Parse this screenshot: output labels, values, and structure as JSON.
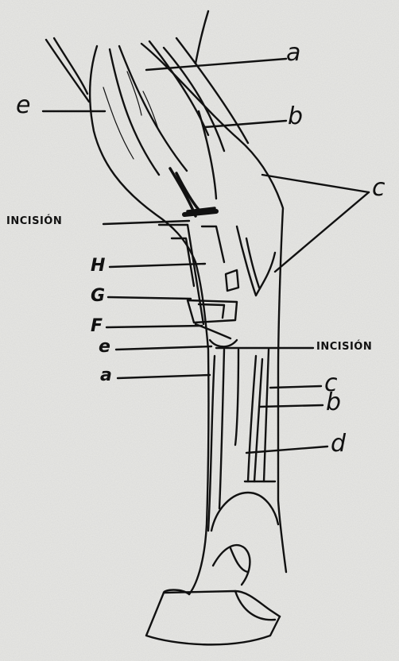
{
  "labels": {
    "top_right_a": "a",
    "top_right_b": "b",
    "right_c_upper": "c",
    "left_e_upper": "e",
    "incision_left": "INCISIÓN",
    "left_h": "H",
    "left_g": "G",
    "left_f": "F",
    "left_e_lower": "e",
    "left_a_lower": "a",
    "incision_right": "INCISIÓN",
    "right_c_lower": "c",
    "right_b_lower": "b",
    "right_d": "d"
  },
  "colors": {
    "paper": "#e9e9e6",
    "ink": "#111111"
  }
}
